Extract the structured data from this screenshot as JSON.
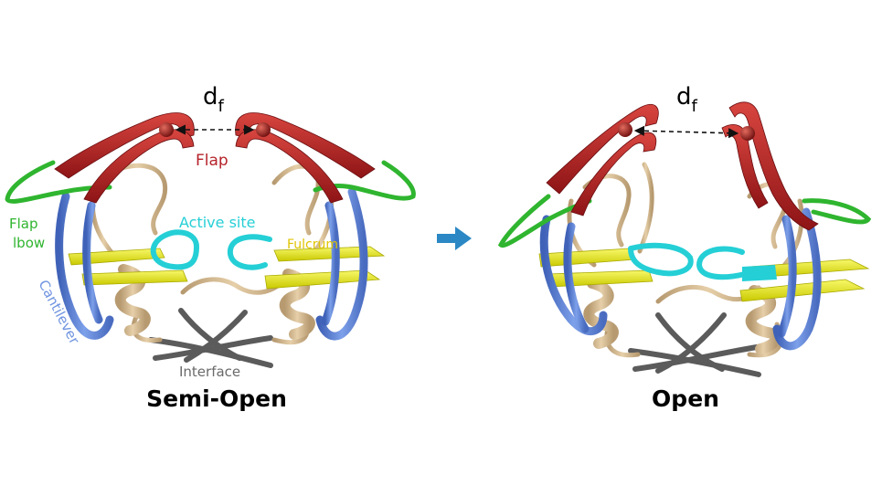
{
  "colors": {
    "flap": "#b5232a",
    "flap_elbow": "#2fb52f",
    "cantilever": "#6f93e0",
    "active_site": "#25cfd6",
    "fulcrum": "#eaea1c",
    "interface": "#595959",
    "body": "#d3b891",
    "arrow": "#2b88c4"
  },
  "labels": {
    "distance_main": "d",
    "distance_sub": "f",
    "flap": "Flap",
    "flap_elbow_line1": "Flap",
    "flap_elbow_line2": "lbow",
    "active_site": "Active site",
    "fulcrum": "Fulcrum",
    "cantilever": "Cantilever",
    "interface": "Interface"
  },
  "panels": {
    "left_title": "Semi-Open",
    "right_title": "Open"
  },
  "icons": {
    "transition": "arrow-right-icon"
  }
}
